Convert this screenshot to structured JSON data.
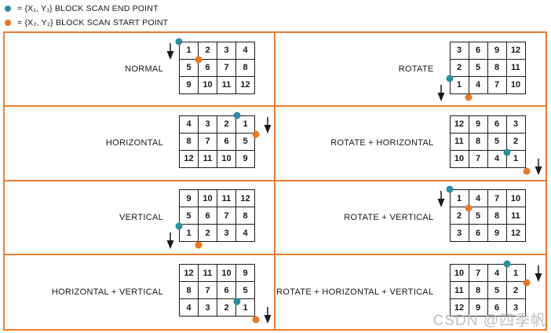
{
  "legend": {
    "end_point": {
      "text": "= {X₁, Y₁} BLOCK SCAN END POINT"
    },
    "start_point": {
      "text": "= {X₂, Y₂} BLOCK SCAN START POINT"
    }
  },
  "colors": {
    "panel_border": "#ED7D31",
    "end_dot": "#2E8CA0",
    "start_dot": "#E87824",
    "grid_line": "#1c1c1c"
  },
  "watermark": "CSDN @四季帆",
  "panels": [
    {
      "label": "NORMAL",
      "rows": [
        [
          1,
          2,
          3,
          4
        ],
        [
          5,
          6,
          7,
          8
        ],
        [
          9,
          10,
          11,
          12
        ]
      ],
      "point_cell": {
        "row": 0,
        "col": 0
      },
      "arrow": {
        "side": "left",
        "vert": "top"
      }
    },
    {
      "label": "ROTATE",
      "rows": [
        [
          3,
          6,
          9,
          12
        ],
        [
          2,
          5,
          8,
          11
        ],
        [
          1,
          4,
          7,
          10
        ]
      ],
      "point_cell": {
        "row": 2,
        "col": 0
      },
      "arrow": {
        "side": "left",
        "vert": "bottom"
      }
    },
    {
      "label": "HORIZONTAL",
      "rows": [
        [
          4,
          3,
          2,
          1
        ],
        [
          8,
          7,
          6,
          5
        ],
        [
          12,
          11,
          10,
          9
        ]
      ],
      "point_cell": {
        "row": 0,
        "col": 3
      },
      "arrow": {
        "side": "right",
        "vert": "top"
      }
    },
    {
      "label": "ROTATE + HORIZONTAL",
      "rows": [
        [
          12,
          9,
          6,
          3
        ],
        [
          11,
          8,
          5,
          2
        ],
        [
          10,
          7,
          4,
          1
        ]
      ],
      "point_cell": {
        "row": 2,
        "col": 3
      },
      "arrow": {
        "side": "right",
        "vert": "bottom"
      }
    },
    {
      "label": "VERTICAL",
      "rows": [
        [
          9,
          10,
          11,
          12
        ],
        [
          5,
          6,
          7,
          8
        ],
        [
          1,
          2,
          3,
          4
        ]
      ],
      "point_cell": {
        "row": 2,
        "col": 0
      },
      "arrow": {
        "side": "left",
        "vert": "bottom"
      }
    },
    {
      "label": "ROTATE + VERTICAL",
      "rows": [
        [
          1,
          4,
          7,
          10
        ],
        [
          2,
          5,
          8,
          11
        ],
        [
          3,
          6,
          9,
          12
        ]
      ],
      "point_cell": {
        "row": 0,
        "col": 0
      },
      "arrow": {
        "side": "left",
        "vert": "top"
      }
    },
    {
      "label": "HORIZONTAL + VERTICAL",
      "rows": [
        [
          12,
          11,
          10,
          9
        ],
        [
          8,
          7,
          6,
          5
        ],
        [
          4,
          3,
          2,
          1
        ]
      ],
      "point_cell": {
        "row": 2,
        "col": 3
      },
      "arrow": {
        "side": "right",
        "vert": "bottom"
      }
    },
    {
      "label": "ROTATE + HORIZONTAL + VERTICAL",
      "rows": [
        [
          10,
          7,
          4,
          1
        ],
        [
          11,
          8,
          5,
          2
        ],
        [
          12,
          9,
          6,
          3
        ]
      ],
      "point_cell": {
        "row": 0,
        "col": 3
      },
      "arrow": {
        "side": "right",
        "vert": "top"
      }
    }
  ]
}
